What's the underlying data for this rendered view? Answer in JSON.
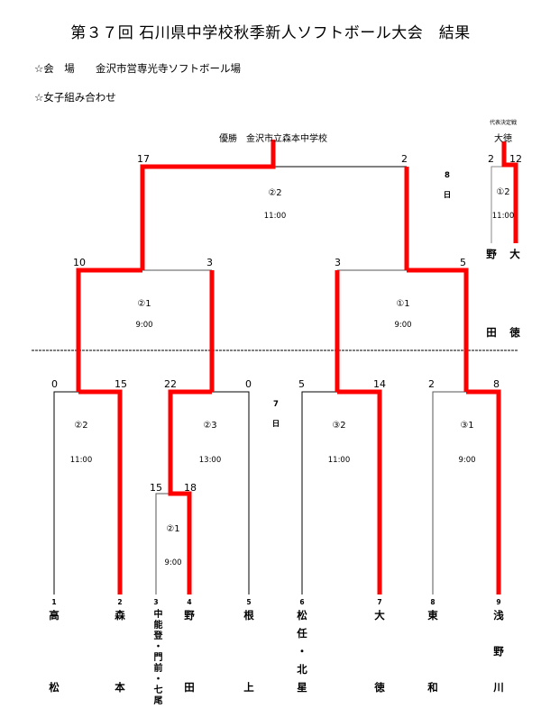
{
  "header": {
    "title": "第３７回 石川県中学校秋季新人ソフトボール大会　結果",
    "venue_label": "☆会　場",
    "venue": "金沢市営専光寺ソフトボール場",
    "section": "☆女子組み合わせ"
  },
  "champion": {
    "label": "優勝　金沢市立森本中学校"
  },
  "colors": {
    "winner_line": "#ff0000",
    "loser_line": "#000000"
  },
  "schedule_notes": {
    "day8_num": "8",
    "day8_char": "日",
    "day7_num": "7",
    "day7_char": "日"
  },
  "teams": [
    {
      "no": "1",
      "top": "高",
      "bottom": "松"
    },
    {
      "no": "2",
      "top": "森",
      "bottom": "本"
    },
    {
      "no": "3",
      "top": "中能登・門前・七尾",
      "bottom": ""
    },
    {
      "no": "4",
      "top": "野",
      "bottom": "田"
    },
    {
      "no": "5",
      "top": "根",
      "bottom": "上"
    },
    {
      "no": "6",
      "top": "松",
      "mid1": "任",
      "mid2": "・",
      "mid3": "北",
      "bottom": "星"
    },
    {
      "no": "7",
      "top": "大",
      "bottom": "徳"
    },
    {
      "no": "8",
      "top": "東",
      "bottom": "和"
    },
    {
      "no": "9",
      "top": "浅",
      "mid1": "野",
      "bottom": "川"
    }
  ],
  "matches": {
    "final": {
      "court": "②2",
      "time": "11:00",
      "score_left": "17",
      "score_right": "2"
    },
    "semi_left": {
      "court": "②1",
      "time": "9:00",
      "score_left": "10",
      "score_right": "3"
    },
    "semi_right": {
      "court": "①1",
      "time": "9:00",
      "score_left": "3",
      "score_right": "5"
    },
    "r1_1v2": {
      "court": "②2",
      "time": "11:00",
      "score_left": "0",
      "score_right": "15"
    },
    "r1_w34v5": {
      "court": "②3",
      "time": "13:00",
      "score_left": "22",
      "score_right": "0"
    },
    "r0_3v4": {
      "court": "②1",
      "time": "9:00",
      "score_left": "15",
      "score_right": "18"
    },
    "r1_6v7": {
      "court": "③2",
      "time": "11:00",
      "score_left": "5",
      "score_right": "14"
    },
    "r1_8v9": {
      "court": "③1",
      "time": "9:00",
      "score_left": "2",
      "score_right": "8"
    }
  },
  "representative_match": {
    "title": "代表決定戦",
    "winner": "大徳",
    "court": "①2",
    "time": "11:00",
    "score_left": "2",
    "score_right": "12",
    "left_team_top": "野",
    "left_team_bottom": "田",
    "right_team_top": "大",
    "right_team_bottom": "徳"
  }
}
